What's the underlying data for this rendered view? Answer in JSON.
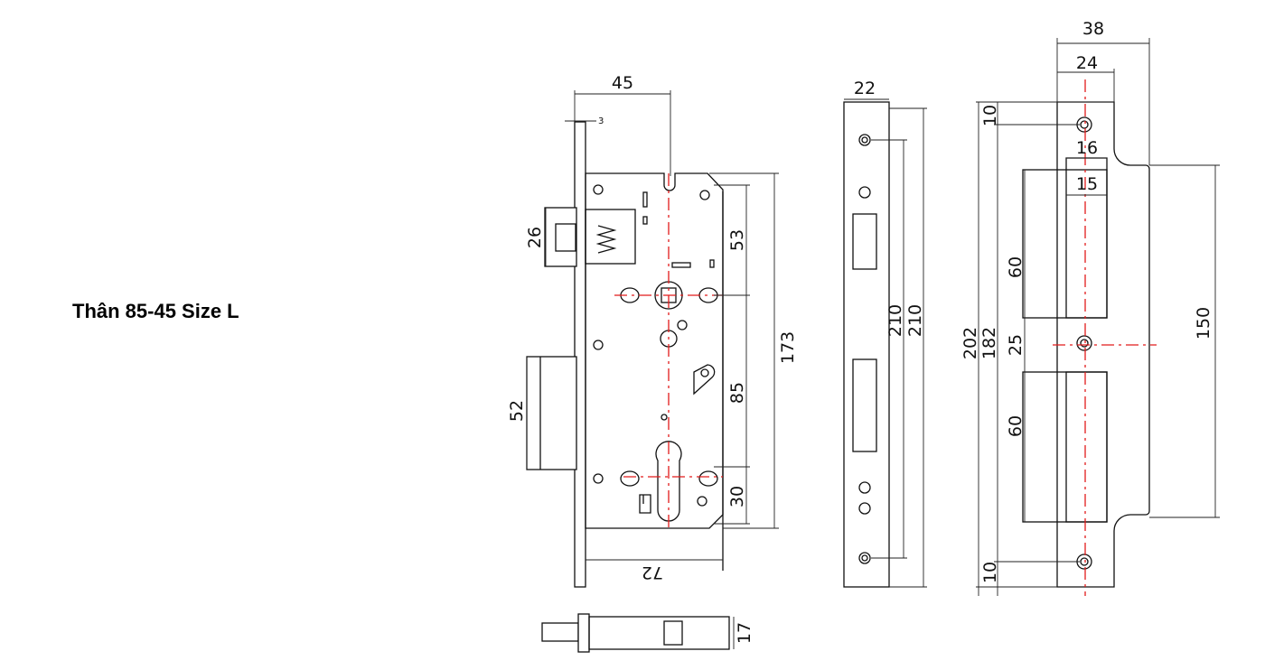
{
  "title": "Thân 85-45 Size L",
  "lock_body": {
    "dims": {
      "backset": "45",
      "faceplate_thickness": "3",
      "latch": "26",
      "deadbolt": "52",
      "top_to_spindle": "53",
      "spindle_to_cylinder": "85",
      "cylinder_to_bottom": "30",
      "height": "173",
      "depth": "72",
      "thickness": "17"
    }
  },
  "faceplate": {
    "dims": {
      "width": "22",
      "hole_spacing": "210",
      "length": "210"
    }
  },
  "strike_plate": {
    "dims": {
      "total_width": "38",
      "plate_width": "24",
      "total_height": "202",
      "hole_spacing": "182",
      "top_margin": "10",
      "bottom_margin": "10",
      "window_outer": "16",
      "window_inner": "15",
      "upper_window": "60",
      "gap": "25",
      "lower_window": "60",
      "box_height": "150"
    }
  },
  "colors": {
    "line": "#111111",
    "centerline": "#e21b1b"
  }
}
